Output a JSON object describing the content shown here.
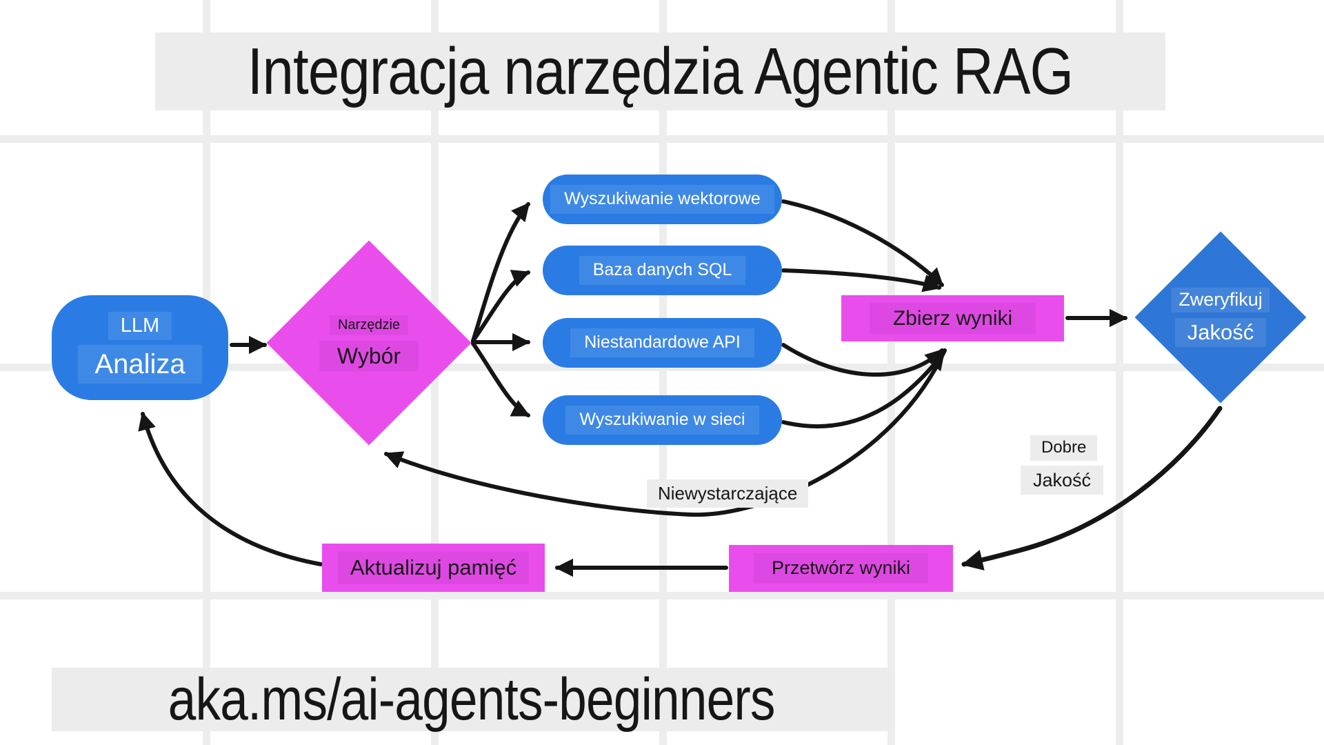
{
  "title": "Integracja narzędzia Agentic RAG",
  "footer_url": "aka.ms/ai-agents-beginners",
  "nodes": {
    "llm": {
      "tag": "LLM",
      "label": "Analiza"
    },
    "tool_choice": {
      "tag": "Narzędzie",
      "label": "Wybór"
    },
    "tools": [
      {
        "label": "Wyszukiwanie wektorowe"
      },
      {
        "label": "Baza danych SQL"
      },
      {
        "label": "Niestandardowe API"
      },
      {
        "label": "Wyszukiwanie w sieci"
      }
    ],
    "gather": {
      "label": "Zbierz wyniki"
    },
    "verify": {
      "tag": "Zweryfikuj",
      "label": "Jakość"
    },
    "process": {
      "label": "Przetwórz wyniki"
    },
    "memory": {
      "label": "Aktualizuj pamięć"
    }
  },
  "edge_labels": {
    "good_line1": "Dobre",
    "good_line2": "Jakość",
    "insufficient": "Niewystarczające"
  },
  "colors": {
    "canvas": "#ffffff",
    "grid_line": "#ededed",
    "node_blue": "#2a7ce4",
    "diamond_blue": "#2e77d6",
    "node_magenta": "#e94eec",
    "band_gray": "#ececec",
    "arrow": "#151515",
    "text_dark": "#161616",
    "text_light": "#ffffff"
  }
}
